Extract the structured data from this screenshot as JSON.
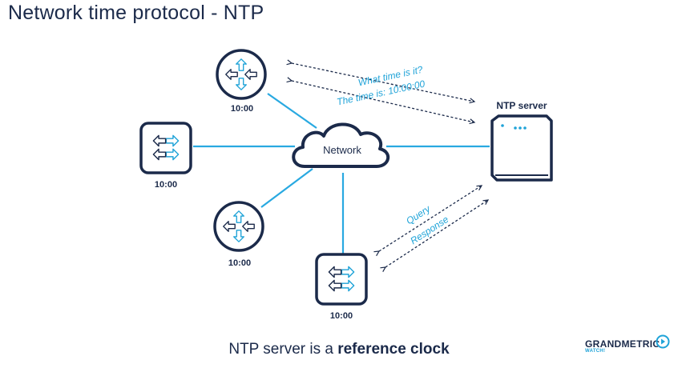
{
  "title": "Network time protocol - NTP",
  "network_label": "Network",
  "server": {
    "label": "NTP server"
  },
  "clients": [
    {
      "id": "router-top",
      "time": "10:00"
    },
    {
      "id": "switch-left",
      "time": "10:00"
    },
    {
      "id": "router-bottom",
      "time": "10:00"
    },
    {
      "id": "switch-bottom",
      "time": "10:00"
    }
  ],
  "messages": {
    "ask": "What time is it?",
    "answer": "The time is: 10:00:00",
    "query": "Query",
    "response": "Response"
  },
  "caption": {
    "prefix": "NTP server is a ",
    "bold": "reference clock"
  },
  "logo": {
    "name": "GRANDMETRIC",
    "tagline": "WATCH!"
  },
  "colors": {
    "navy": "#1b2a4a",
    "accent": "#1fa3d8",
    "line": "#29a9e1"
  }
}
